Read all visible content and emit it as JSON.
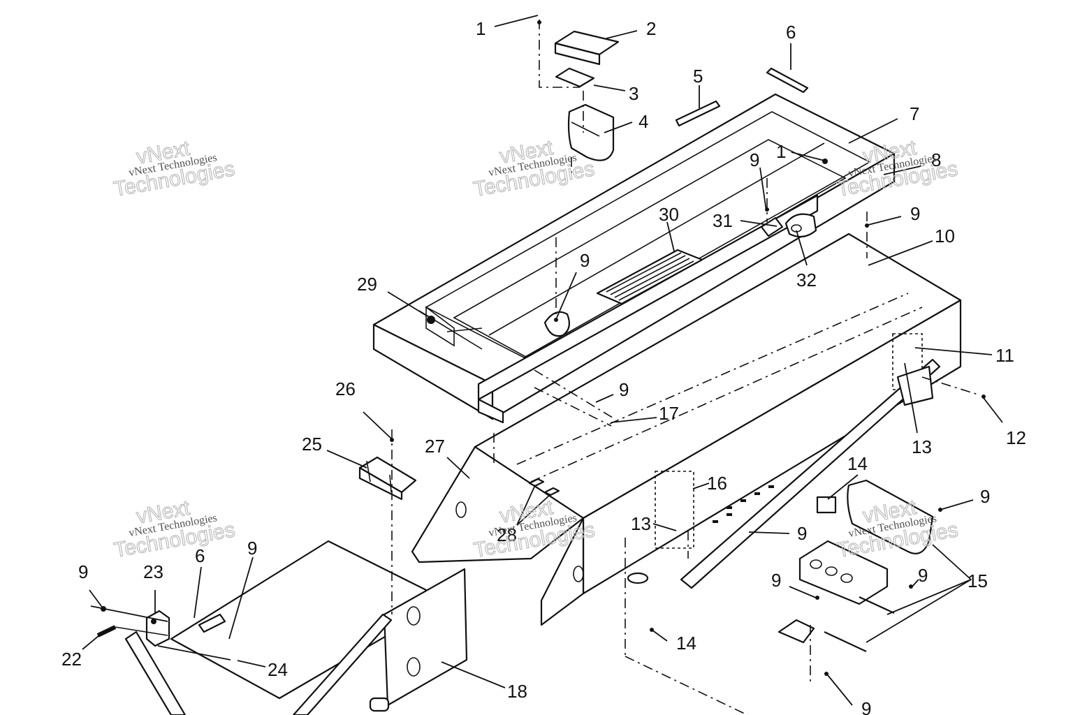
{
  "callouts": {
    "c1a": "1",
    "c2": "2",
    "c3": "3",
    "c4": "4",
    "c5": "5",
    "c6a": "6",
    "c7": "7",
    "c1b": "1",
    "c8": "8",
    "c9a": "9",
    "c9b": "9",
    "c30": "30",
    "c31": "31",
    "c32": "32",
    "c10": "10",
    "c29": "29",
    "c9c": "9",
    "c11": "11",
    "c9d": "9",
    "c17": "17",
    "c12": "12",
    "c13a": "13",
    "c26": "26",
    "c25": "25",
    "c27": "27",
    "c14a": "14",
    "c16": "16",
    "c9e": "9",
    "c28": "28",
    "c13b": "13",
    "c9f": "9",
    "c9g": "9",
    "c23": "23",
    "c6b": "6",
    "c9h": "9",
    "c9i": "9",
    "c9j": "9",
    "c15": "15",
    "c22": "22",
    "c24": "24",
    "c14b": "14",
    "c18": "18",
    "c9k": "9"
  },
  "watermarks": {
    "name": "vNext Technologies",
    "big_line1": "vNext",
    "big_line2": "Technologies"
  }
}
